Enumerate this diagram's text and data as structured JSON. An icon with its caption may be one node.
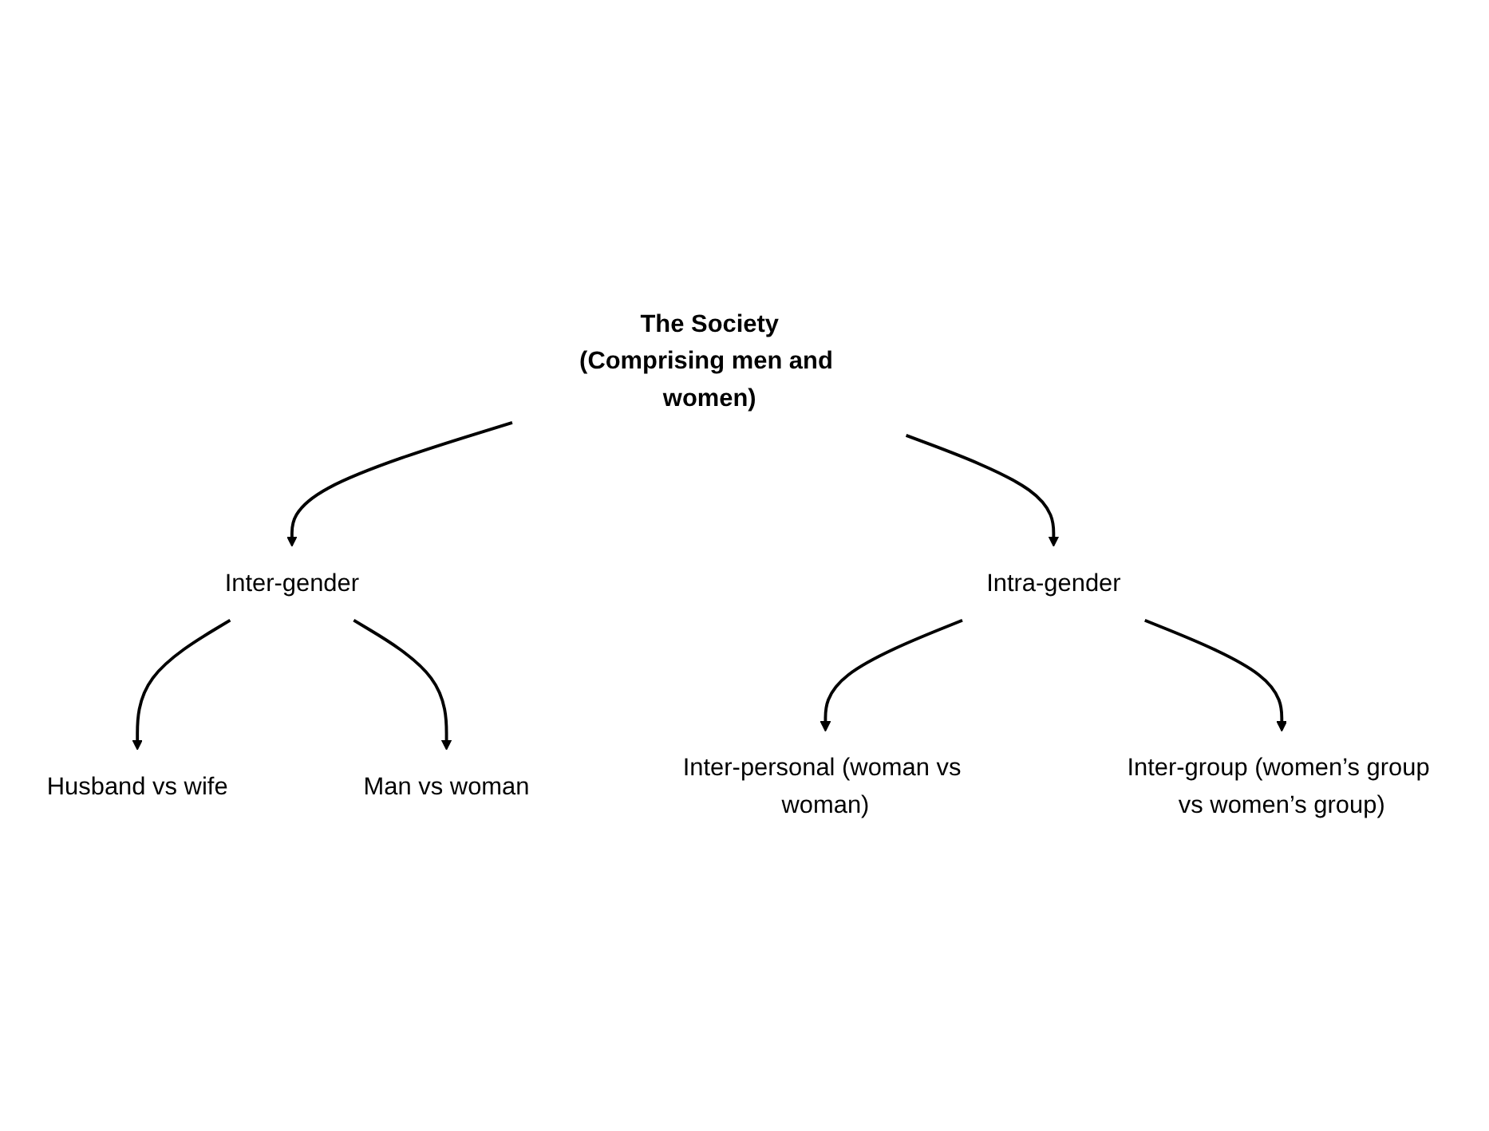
{
  "diagram": {
    "nodes": [
      {
        "text": [
          "The Society",
          "(Comprising men and women)"
        ]
      },
      {
        "text": [
          "Inter-gender"
        ]
      },
      {
        "text": [
          "Intra-gender"
        ]
      },
      {
        "text": [
          "Husband vs wife"
        ]
      },
      {
        "text": [
          "Man vs woman"
        ]
      },
      {
        "text": [
          "Inter-personal (woman vs woman)"
        ]
      },
      {
        "text": [
          "Inter-group (women’s group vs women’s group)"
        ]
      }
    ],
    "edges": [
      {
        "from": 0,
        "to": 1,
        "arrow": "to"
      },
      {
        "from": 0,
        "to": 2,
        "arrow": "to"
      },
      {
        "from": 1,
        "to": 3,
        "arrow": "to"
      },
      {
        "from": 1,
        "to": 4,
        "arrow": "to"
      },
      {
        "from": 2,
        "to": 5,
        "arrow": "to"
      },
      {
        "from": 2,
        "to": 6,
        "arrow": "to"
      }
    ]
  }
}
